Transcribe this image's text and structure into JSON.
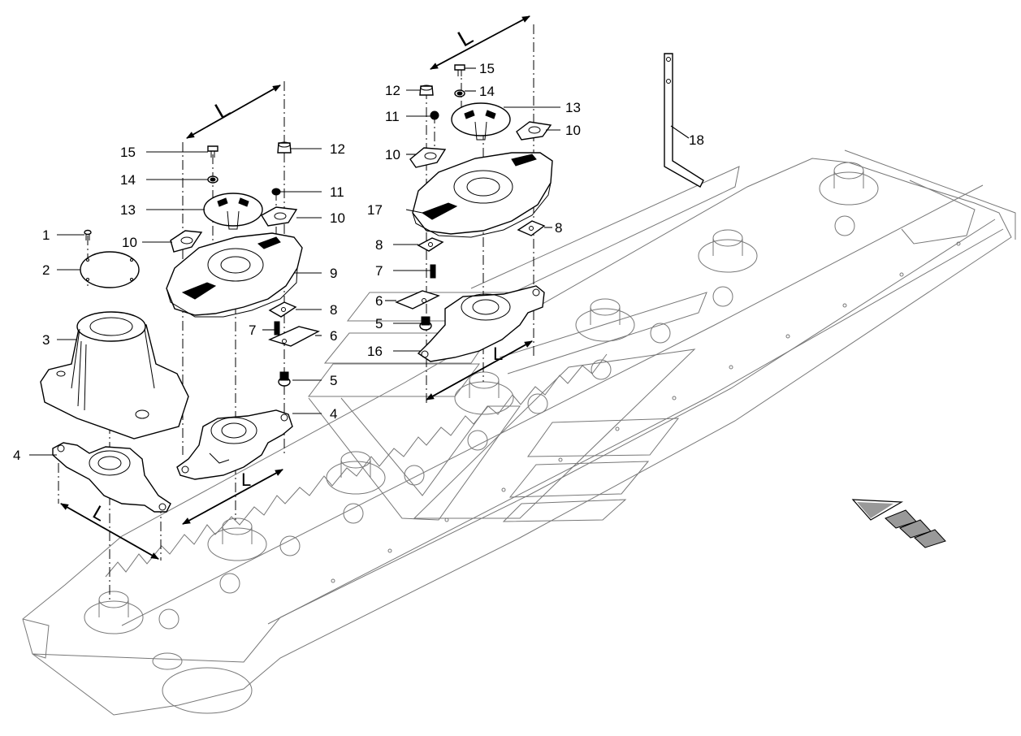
{
  "callouts": [
    "1",
    "2",
    "3",
    "4",
    "4",
    "5",
    "5",
    "6",
    "6",
    "7",
    "7",
    "8",
    "8",
    "8",
    "9",
    "10",
    "10",
    "10",
    "10",
    "11",
    "11",
    "12",
    "12",
    "13",
    "13",
    "14",
    "14",
    "15",
    "15",
    "16",
    "17",
    "18"
  ],
  "dimension_labels": [
    "L",
    "L",
    "L",
    "L",
    "L"
  ]
}
